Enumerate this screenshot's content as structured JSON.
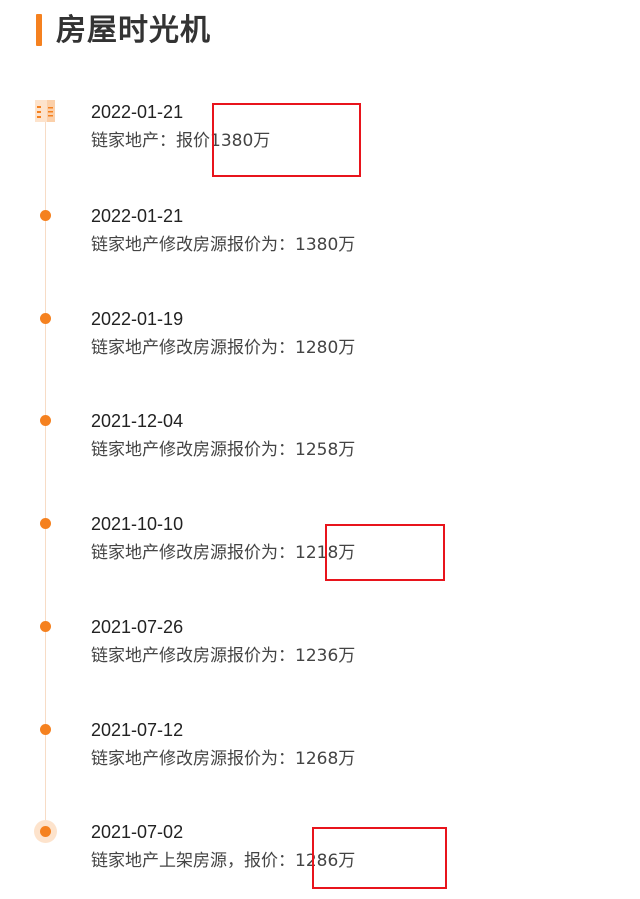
{
  "header": {
    "title": "房屋时光机"
  },
  "timeline": [
    {
      "date": "2022-01-21",
      "description": "链家地产：报价1380万"
    },
    {
      "date": "2022-01-21",
      "description": "链家地产修改房源报价为：1380万"
    },
    {
      "date": "2022-01-19",
      "description": "链家地产修改房源报价为：1280万"
    },
    {
      "date": "2021-12-04",
      "description": "链家地产修改房源报价为：1258万"
    },
    {
      "date": "2021-10-10",
      "description": "链家地产修改房源报价为：1218万"
    },
    {
      "date": "2021-07-26",
      "description": "链家地产修改房源报价为：1236万"
    },
    {
      "date": "2021-07-12",
      "description": "链家地产修改房源报价为：1268万"
    },
    {
      "date": "2021-07-02",
      "description": "链家地产上架房源，报价：1286万"
    }
  ],
  "icons": {
    "first_marker": "document-icon",
    "marker": "timeline-dot-icon",
    "last_marker": "timeline-dot-halo-icon"
  },
  "colors": {
    "accent": "#f5811f",
    "timeline_line": "#f7dcc6",
    "highlight": "#e8141c",
    "text": "#333333"
  }
}
